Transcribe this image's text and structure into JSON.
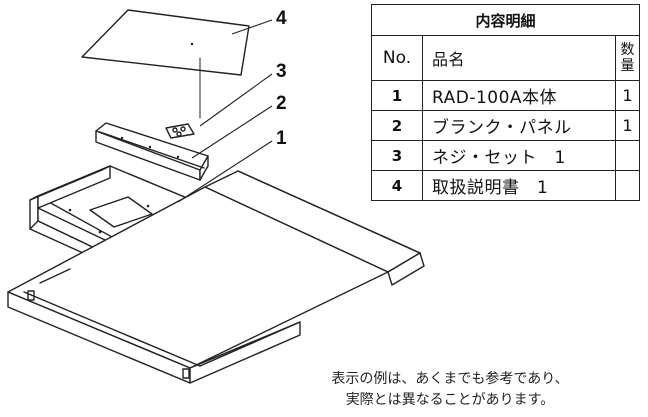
{
  "callouts": [
    "4",
    "3",
    "2",
    "1"
  ],
  "parts_table": {
    "title": "内容明細",
    "header": {
      "no": "No.",
      "name": "品名",
      "qty": "数量"
    },
    "rows": [
      {
        "no": "1",
        "name": "RAD-100A本体",
        "qty": "1"
      },
      {
        "no": "2",
        "name": "ブランク・パネル",
        "qty": "1"
      },
      {
        "no": "3",
        "name": "ネジ・セット　1",
        "qty": ""
      },
      {
        "no": "4",
        "name": "取扱説明書　1",
        "qty": ""
      }
    ]
  },
  "note": {
    "line1": "表示の例は、あくまでも参考であり、",
    "line2": "実際とは異なることがあります。"
  }
}
